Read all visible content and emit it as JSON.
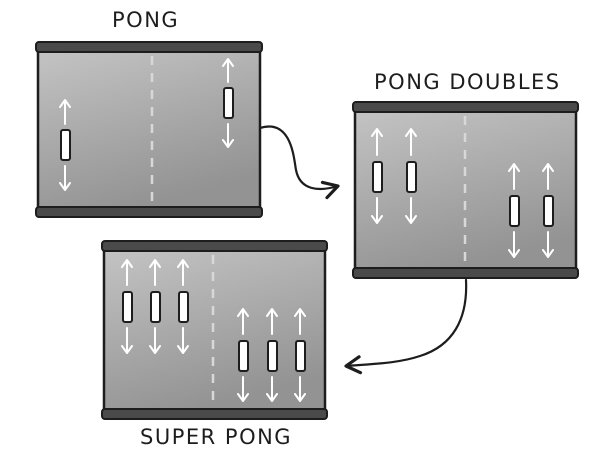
{
  "titles": {
    "pong": "PONG",
    "pong_doubles": "PONG DOUBLES",
    "super_pong": "SUPER PONG"
  },
  "colors": {
    "outline": "#1d1d1d",
    "field_light": "#bfbfbf",
    "field_dark": "#979797",
    "center_line": "#cfcfcf",
    "paddle": "#ffffff",
    "arrow": "#ffffff"
  },
  "games": [
    {
      "id": "pong",
      "paddles_per_side": 1
    },
    {
      "id": "pong_doubles",
      "paddles_per_side": 2
    },
    {
      "id": "super_pong",
      "paddles_per_side": 3
    }
  ]
}
